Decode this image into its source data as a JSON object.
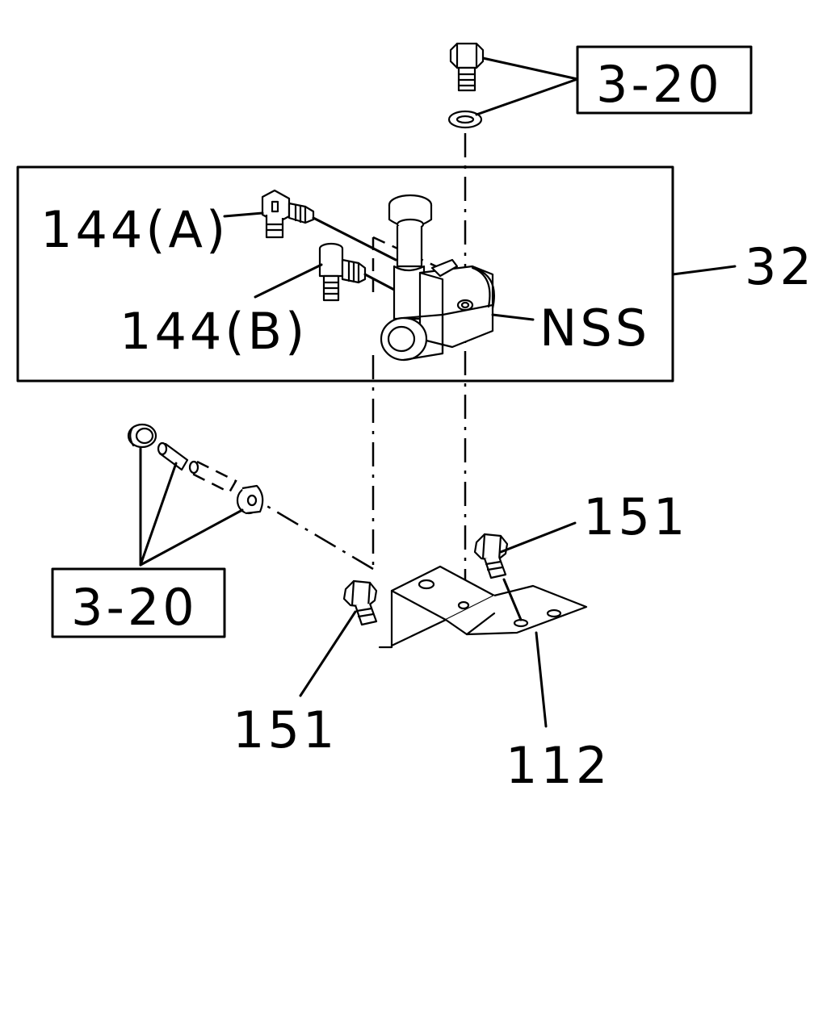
{
  "labels": {
    "ref_top": "3-20",
    "ref_left": "3-20",
    "assembly": "32",
    "fitting_a": "144(A)",
    "fitting_b": "144(B)",
    "nss": "NSS",
    "bolt_right": "151",
    "bolt_left": "151",
    "bracket": "112"
  },
  "colors": {
    "ink": "#000000",
    "background": "#ffffff"
  }
}
